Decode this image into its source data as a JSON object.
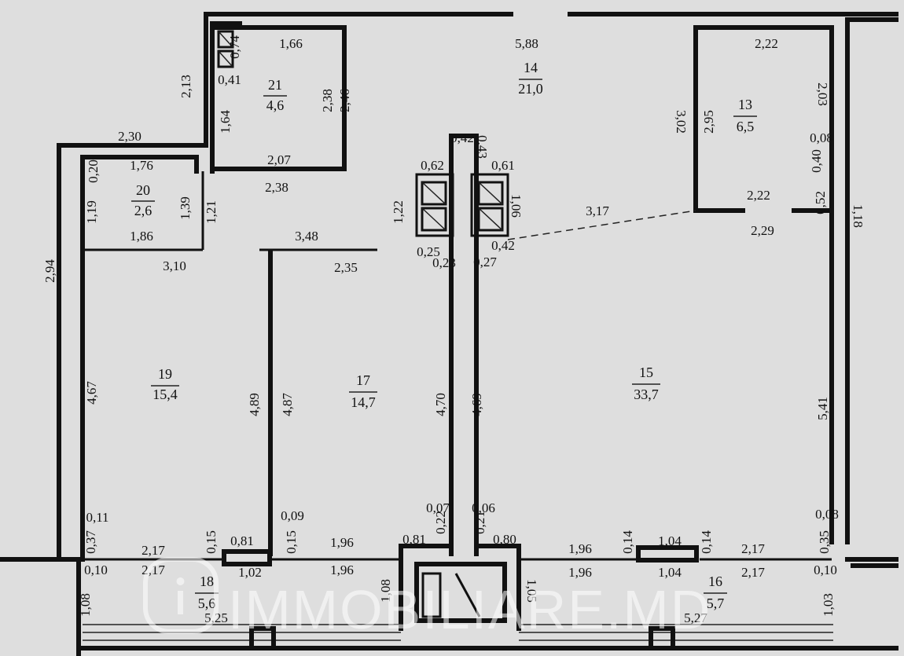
{
  "rooms": [
    {
      "id": "14",
      "area": "21,0"
    },
    {
      "id": "13",
      "area": "6,5"
    },
    {
      "id": "21",
      "area": "4,6"
    },
    {
      "id": "20",
      "area": "2,6"
    },
    {
      "id": "19",
      "area": "15,4"
    },
    {
      "id": "17",
      "area": "14,7"
    },
    {
      "id": "15",
      "area": "33,7"
    },
    {
      "id": "18",
      "area": "5,6"
    },
    {
      "id": "16",
      "area": "5,7"
    }
  ],
  "dims": [
    "0,74",
    "1,66",
    "5,88",
    "2,22",
    "0,41",
    "2,13",
    "2,38",
    "2,46",
    "3,02",
    "2,95",
    "2,03",
    "1,64",
    "2,30",
    "0,42",
    "0,43",
    "2,07",
    "1,76",
    "0,20",
    "0,62",
    "0,61",
    "0,08",
    "0,40",
    "2,38",
    "1,19",
    "1,39",
    "1,21",
    "1,22",
    "1,06",
    "3,17",
    "2,22",
    "0,52",
    "1,18",
    "2,29",
    "1,86",
    "3,48",
    "0,42",
    "0,25",
    "0,23",
    "0,27",
    "2,94",
    "3,10",
    "2,35",
    "4,67",
    "4,89",
    "4,87",
    "4,70",
    "4,69",
    "5,41",
    "0,11",
    "0,09",
    "0,07",
    "0,06",
    "0,08",
    "0,37",
    "0,15",
    "0,81",
    "0,15",
    "0,22",
    "0,21",
    "0,81",
    "0,80",
    "1,96",
    "1,96",
    "0,14",
    "1,04",
    "0,14",
    "2,17",
    "0,35",
    "2,17",
    "0,10",
    "2,17",
    "1,02",
    "1,96",
    "1,96",
    "1,04",
    "2,17",
    "0,10",
    "1,08",
    "1,08",
    "1,05",
    "1,03",
    "5,25",
    "5,27"
  ],
  "watermark": "IMMOBILIARE.MD"
}
